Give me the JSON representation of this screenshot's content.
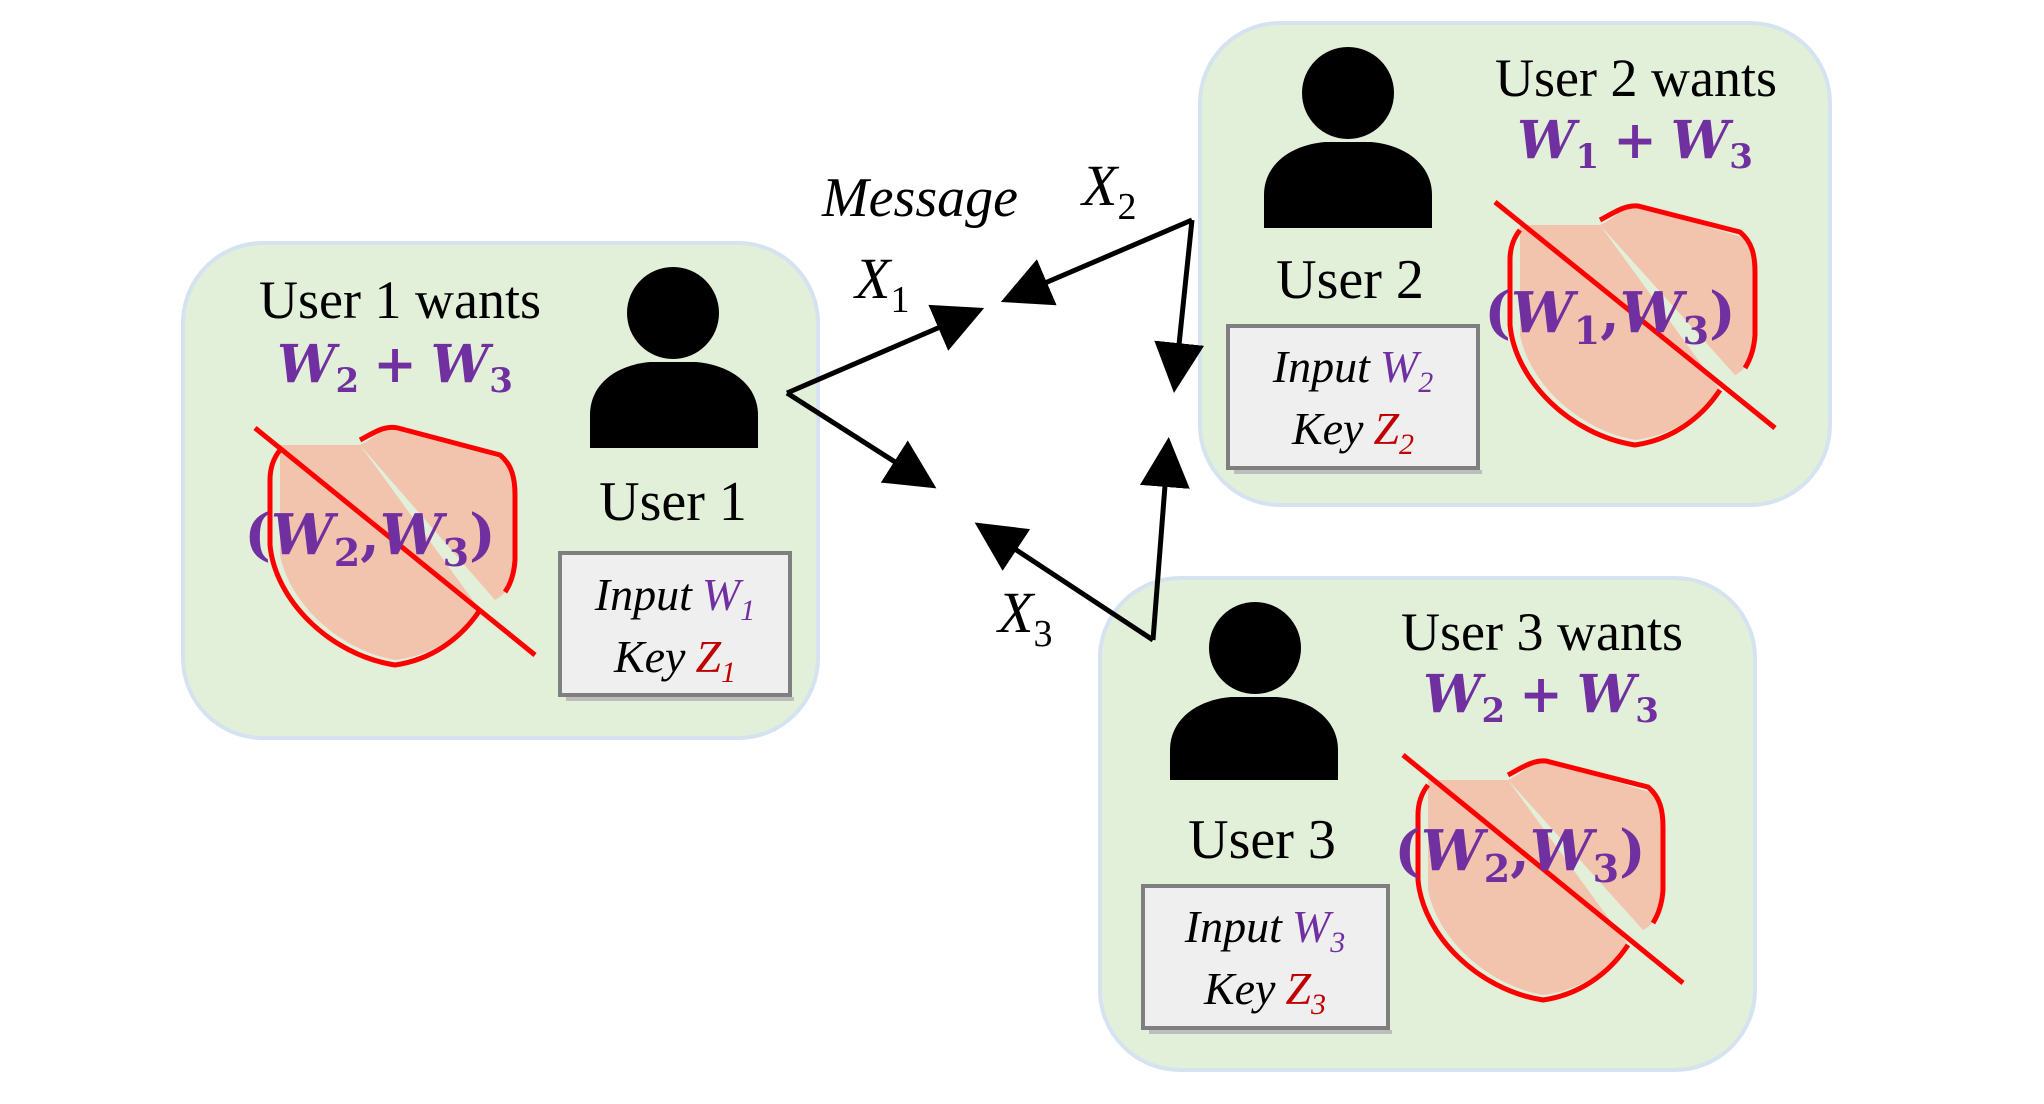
{
  "colors": {
    "panel_fill": "#e2efd9",
    "panel_stroke": "#d5e3f1",
    "accent_purple": "#7030a0",
    "accent_red": "#c00000",
    "shield_fill": "#f2c4ae",
    "slash_red": "#ff0000",
    "box_fill": "#efefef",
    "box_stroke": "#7f7f7f"
  },
  "message": {
    "label": "Message",
    "x1": {
      "sym": "X",
      "sub": "1"
    },
    "x2": {
      "sym": "X",
      "sub": "2"
    },
    "x3": {
      "sym": "X",
      "sub": "3"
    }
  },
  "users": [
    {
      "name": "User 1",
      "wants": "User 1 wants",
      "demand": {
        "a": "W",
        "a_sub": "2",
        "op": "+",
        "b": "W",
        "b_sub": "3"
      },
      "blocked": {
        "open": "(",
        "a": "W",
        "a_sub": "2",
        "comma": ",",
        "b": "W",
        "b_sub": "3",
        "close": ")"
      },
      "input_label": "Input",
      "input_sym": "W",
      "input_sub": "1",
      "key_label": "Key",
      "key_sym": "Z",
      "key_sub": "1"
    },
    {
      "name": "User 2",
      "wants": "User 2 wants",
      "demand": {
        "a": "W",
        "a_sub": "1",
        "op": "+",
        "b": "W",
        "b_sub": "3"
      },
      "blocked": {
        "open": "(",
        "a": "W",
        "a_sub": "1",
        "comma": ",",
        "b": "W",
        "b_sub": "3",
        "close": ")"
      },
      "input_label": "Input",
      "input_sym": "W",
      "input_sub": "2",
      "key_label": "Key",
      "key_sym": "Z",
      "key_sub": "2"
    },
    {
      "name": "User 3",
      "wants": "User 3 wants",
      "demand": {
        "a": "W",
        "a_sub": "2",
        "op": "+",
        "b": "W",
        "b_sub": "3"
      },
      "blocked": {
        "open": "(",
        "a": "W",
        "a_sub": "2",
        "comma": ",",
        "b": "W",
        "b_sub": "3",
        "close": ")"
      },
      "input_label": "Input",
      "input_sym": "W",
      "input_sub": "3",
      "key_label": "Key",
      "key_sym": "Z",
      "key_sub": "3"
    }
  ]
}
